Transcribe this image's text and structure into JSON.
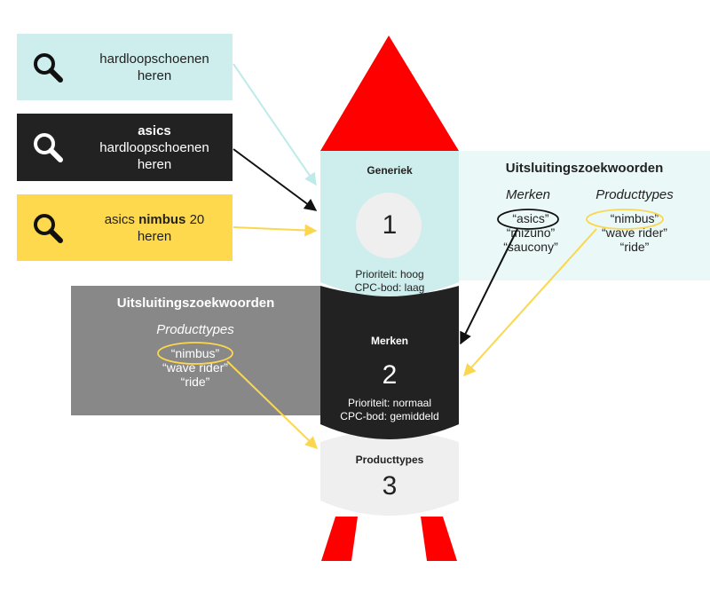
{
  "queries": [
    {
      "pre": "",
      "bold": "",
      "post": "hardloopschoenen",
      "line2": "heren"
    },
    {
      "pre": "",
      "bold": "asics",
      "post": "",
      "line2": "hardloopschoenen",
      "line3": "heren"
    },
    {
      "pre": "asics ",
      "bold": "nimbus",
      "post": " 20",
      "line2": "heren"
    }
  ],
  "icons": {
    "search": "magnifier-icon"
  },
  "colors": {
    "query1_bg": "#cdeeed",
    "query2_bg": "#222222",
    "query3_bg": "#fed94d",
    "nose": "#ff0000",
    "fins": "#ff0000",
    "stage1": "#cdeeed",
    "stage2": "#222222",
    "stage3": "#efefef",
    "neg_right_bg": "#eaf9f7",
    "neg_left_bg": "#888888",
    "arrow_light": "#bfeaea",
    "arrow_dark": "#111111",
    "arrow_yellow": "#fbd74f"
  },
  "stages": [
    {
      "title": "Generiek",
      "number": "1",
      "priority": "Prioriteit: hoog",
      "bid": "CPC-bod: laag"
    },
    {
      "title": "Merken",
      "number": "2",
      "priority": "Prioriteit: normaal",
      "bid": "CPC-bod: gemiddeld"
    },
    {
      "title": "Producttypes",
      "number": "3"
    }
  ],
  "neg_right": {
    "title": "Uitsluitingszoekwoorden",
    "col1": {
      "header": "Merken",
      "items": [
        "“asics”",
        "“mizuno”",
        "“saucony”"
      ]
    },
    "col2": {
      "header": "Producttypes",
      "items": [
        "“nimbus”",
        "“wave rider”",
        "“ride”"
      ]
    }
  },
  "neg_left": {
    "title": "Uitsluitingszoekwoorden",
    "col": {
      "header": "Producttypes",
      "items": [
        "“nimbus”",
        "“wave rider”",
        "“ride”"
      ]
    }
  }
}
